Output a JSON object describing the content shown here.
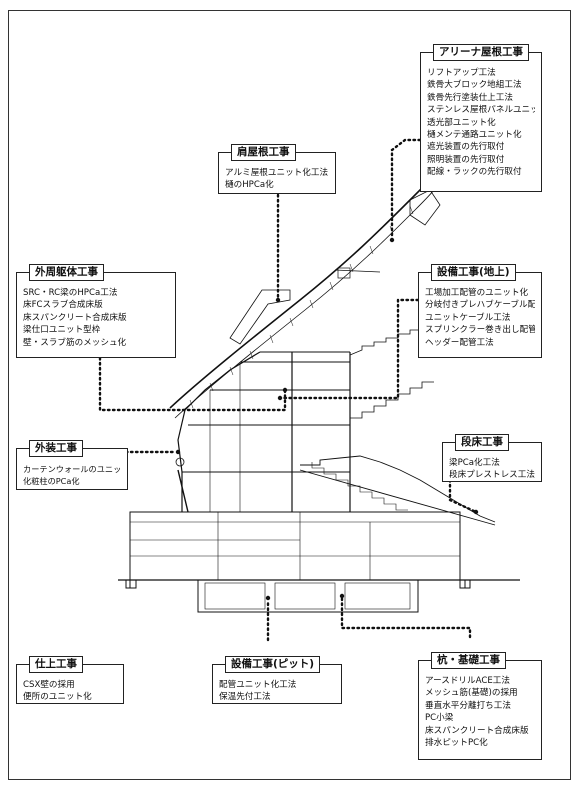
{
  "callouts": {
    "arena_roof": {
      "title": "アリーナ屋根工事",
      "items": [
        "リフトアップ工法",
        "鉄骨大ブロック地組工法",
        "鉄骨先行塗装仕上工法",
        "ステンレス屋根パネルユニット化",
        "透光部ユニット化",
        "樋メンテ通路ユニット化",
        "遮光装置の先行取付",
        "照明装置の先行取付",
        "配線・ラックの先行取付"
      ]
    },
    "shoulder_roof": {
      "title": "肩屋根工事",
      "items": [
        "アルミ屋根ユニット化工法",
        "樋のHPCa化"
      ]
    },
    "perimeter_frame": {
      "title": "外周躯体工事",
      "items": [
        "SRC・RC梁のHPCa工法",
        "床FCスラブ合成床版",
        "床スパンクリート合成床版",
        "梁仕口ユニット型枠",
        "壁・スラブ筋のメッシュ化"
      ]
    },
    "equipment_ground": {
      "title": "設備工事(地上)",
      "items": [
        "工場加工配管のユニット化",
        "分岐付きプレハブケーブル配線",
        "ユニットケーブル工法",
        "スプリンクラー巻き出し配管",
        "ヘッダー配管工法"
      ]
    },
    "exterior": {
      "title": "外装工事",
      "items": [
        "カーテンウォールのユニット化",
        "化粧柱のPCa化"
      ]
    },
    "stepped_floor": {
      "title": "段床工事",
      "items": [
        "梁PCa化工法",
        "段床プレストレス工法"
      ]
    },
    "finishing": {
      "title": "仕上工事",
      "items": [
        "CSX壁の採用",
        "便所のユニット化"
      ]
    },
    "equipment_pit": {
      "title": "設備工事(ピット)",
      "items": [
        "配管ユニット化工法",
        "保温先付工法"
      ]
    },
    "pile_foundation": {
      "title": "杭・基礎工事",
      "items": [
        "アースドリルACE工法",
        "メッシュ筋(基礎)の採用",
        "垂直水平分離打ち工法",
        "PC小梁",
        "床スパンクリート合成床版",
        "排水ピットPC化"
      ]
    }
  }
}
